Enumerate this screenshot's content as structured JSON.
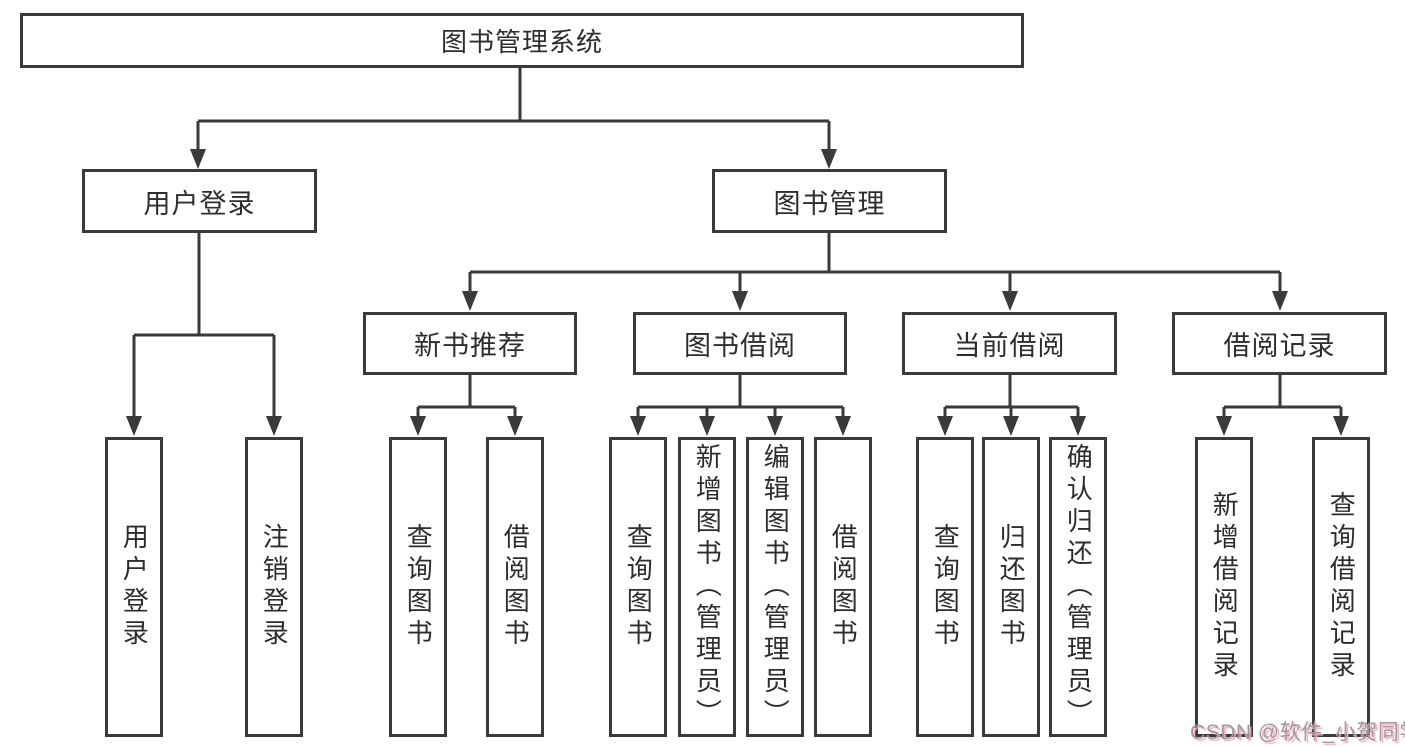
{
  "colors": {
    "line": "#3a3a3a",
    "box-border": "#3a3a3a",
    "text": "#2d2d2d",
    "background": "#ffffff",
    "watermark-text": "#9b9ba1",
    "watermark-shadow": "#f9aab7"
  },
  "watermark": {
    "text": "CSDN @软件_小贺同学"
  },
  "diagram": {
    "root": {
      "label": "图书管理系统",
      "children": [
        {
          "label": "用户登录",
          "children": [
            {
              "label": "用户登录"
            },
            {
              "label": "注销登录"
            }
          ]
        },
        {
          "label": "图书管理",
          "children": [
            {
              "label": "新书推荐",
              "children": [
                {
                  "label": "查询图书"
                },
                {
                  "label": "借阅图书"
                }
              ]
            },
            {
              "label": "图书借阅",
              "children": [
                {
                  "label": "查询图书"
                },
                {
                  "label": "新增图书（管理员）"
                },
                {
                  "label": "编辑图书（管理员）"
                },
                {
                  "label": "借阅图书"
                }
              ]
            },
            {
              "label": "当前借阅",
              "children": [
                {
                  "label": "查询图书"
                },
                {
                  "label": "归还图书"
                },
                {
                  "label": "确认归还（管理员）"
                }
              ]
            },
            {
              "label": "借阅记录",
              "children": [
                {
                  "label": "新增借阅记录"
                },
                {
                  "label": "查询借阅记录"
                }
              ]
            }
          ]
        }
      ]
    }
  }
}
